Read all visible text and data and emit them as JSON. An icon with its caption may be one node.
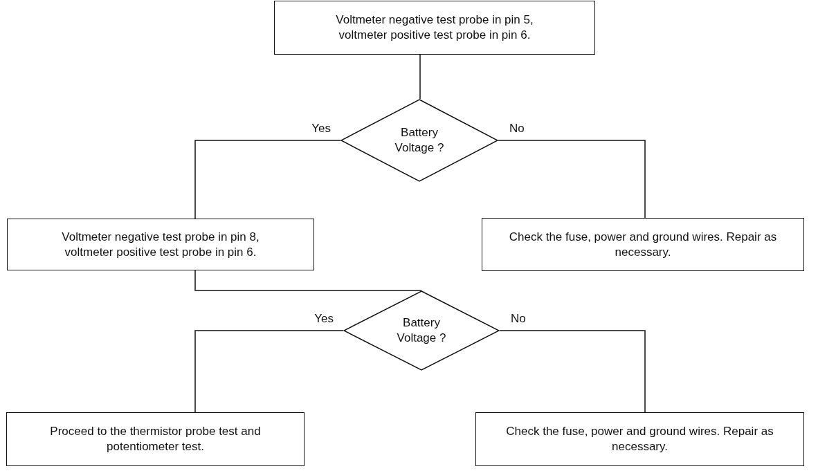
{
  "diagram": {
    "nodes": [
      {
        "text": [
          "Voltmeter negative test probe in pin 5, voltmeter positive test probe in pin 6."
        ]
      },
      {
        "text": [
          "Battery Voltage ?"
        ]
      },
      {
        "text": [
          "Voltmeter negative test probe in pin 8, voltmeter positive test probe in pin 6."
        ]
      },
      {
        "text": [
          "Check the fuse, power and ground wires. Repair as necessary."
        ]
      },
      {
        "text": [
          "Battery Voltage ?"
        ]
      },
      {
        "text": [
          "Proceed to the thermistor probe test and potentiometer test."
        ]
      },
      {
        "text": [
          "Check the fuse, power and ground wires. Repair as necessary."
        ]
      }
    ],
    "edges": [
      {
        "from": 0,
        "to": 1,
        "arrow": "none"
      },
      {
        "from": 1,
        "to": 2,
        "arrow": "none",
        "label": "Yes"
      },
      {
        "from": 1,
        "to": 3,
        "arrow": "none",
        "label": "No"
      },
      {
        "from": 2,
        "to": 4,
        "arrow": "none"
      },
      {
        "from": 4,
        "to": 5,
        "arrow": "none",
        "label": "Yes"
      },
      {
        "from": 4,
        "to": 6,
        "arrow": "none",
        "label": "No"
      }
    ]
  }
}
